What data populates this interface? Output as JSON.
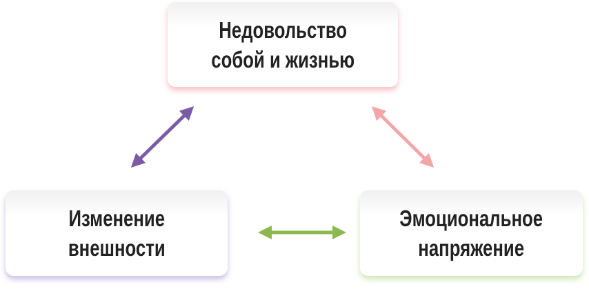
{
  "nodes": {
    "top": {
      "line1": "Недовольство",
      "line2": "собой и жизнью"
    },
    "left": {
      "line1": "Изменение",
      "line2": "внешности"
    },
    "right": {
      "line1": "Эмоциональное",
      "line2": "напряжение"
    }
  },
  "colors": {
    "purple": "#7a5ba8",
    "pink": "#f3a5aa",
    "green": "#8cb84f"
  }
}
